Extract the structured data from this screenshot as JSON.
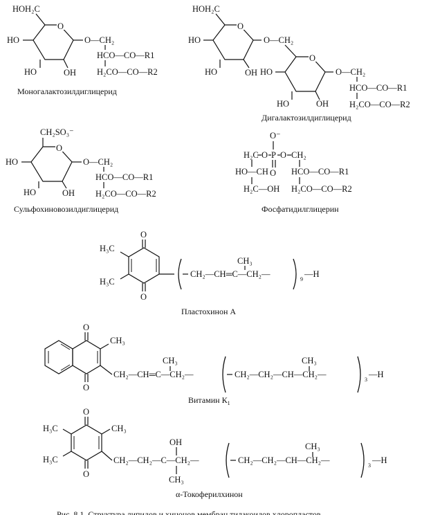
{
  "captions": {
    "monogalactosyl": "Моногалактозилдиглицерид",
    "digalactosyl": "Дигалактозилдиглицерид",
    "sulfoquinovosyl": "Сульфохиновозилдиглицерид",
    "phosphatidyl": "Фосфатидилглицерин",
    "plastoquinone": "Пластохинон А",
    "vitamin_k1": "Витамин К",
    "vitamin_k1_sub": "1",
    "tocopherylquinone": "α-Токоферилхинон"
  },
  "bottom_caption_partial": "Рис. 8.1. Структура липидов и хинонов мембран тилакоидов хлоропластов",
  "atoms": {
    "hoh2c": "HOH₂C",
    "ch2so3": "CH₂SO₃⁻",
    "ho": "HO",
    "oh": "OH",
    "o": "O",
    "ring_o": "O",
    "o_ch2": "O—CH₂",
    "hcco_r1": "HCO—CO—R1",
    "h2cco_r2": "H₂CO—CO—R2",
    "o_minus": "O⁻",
    "p": "P",
    "h2c": "H₂C",
    "ch2": "CH₂",
    "ho_ch": "HO—CH",
    "h2c_oh": "H₂C—OH",
    "h3c": "H₃C",
    "ch3": "CH₃",
    "pq_chain": "CH₂—CH═C—CH₂—",
    "subscript_9": "9",
    "subscript_3": "3",
    "h_end": "—H",
    "k1_chain1": "CH₂—CH═C—CH₂—",
    "k1_chain2": "CH₂—CH₂—CH—CH₂—",
    "toc_chain1": "CH₂—CH₂—C—CH₂—",
    "toc_chain2": "CH₂—CH₂—CH—CH₂—"
  }
}
